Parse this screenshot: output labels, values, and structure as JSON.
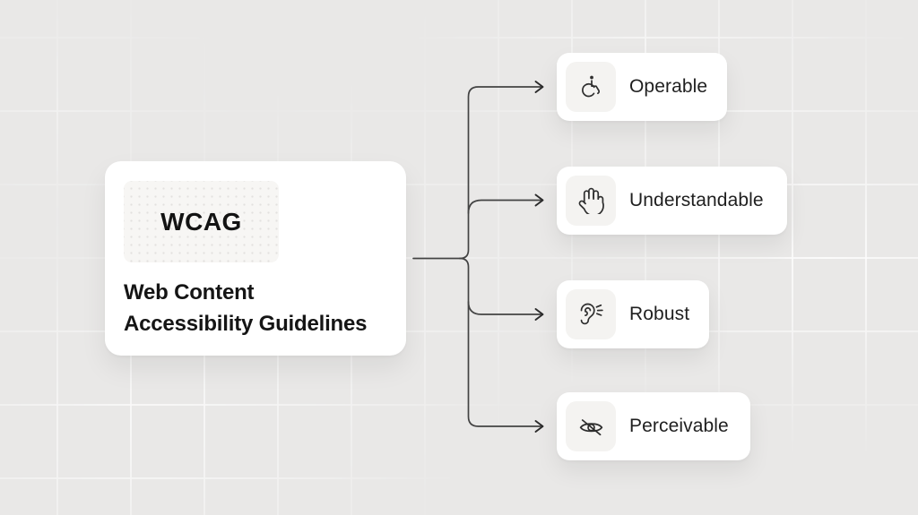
{
  "diagram": {
    "main_card": {
      "logo_text": "WCAG",
      "title_line1": "Web Content",
      "title_line2": "Accessibility Guidelines"
    },
    "principles": [
      {
        "label": "Operable",
        "icon": "wheelchair-icon"
      },
      {
        "label": "Understandable",
        "icon": "raised-hand-icon"
      },
      {
        "label": "Robust",
        "icon": "ear-hearing-icon"
      },
      {
        "label": "Perceivable",
        "icon": "eye-off-icon"
      }
    ],
    "colors": {
      "background": "#e9e8e7",
      "grid_line": "#ffffff",
      "card_background": "#ffffff",
      "icon_tile_background": "#f4f3f1",
      "logo_tile_background": "#f7f6f4",
      "connector": "#434343",
      "text_primary": "#151515",
      "text_label": "#1f1f1f"
    }
  }
}
